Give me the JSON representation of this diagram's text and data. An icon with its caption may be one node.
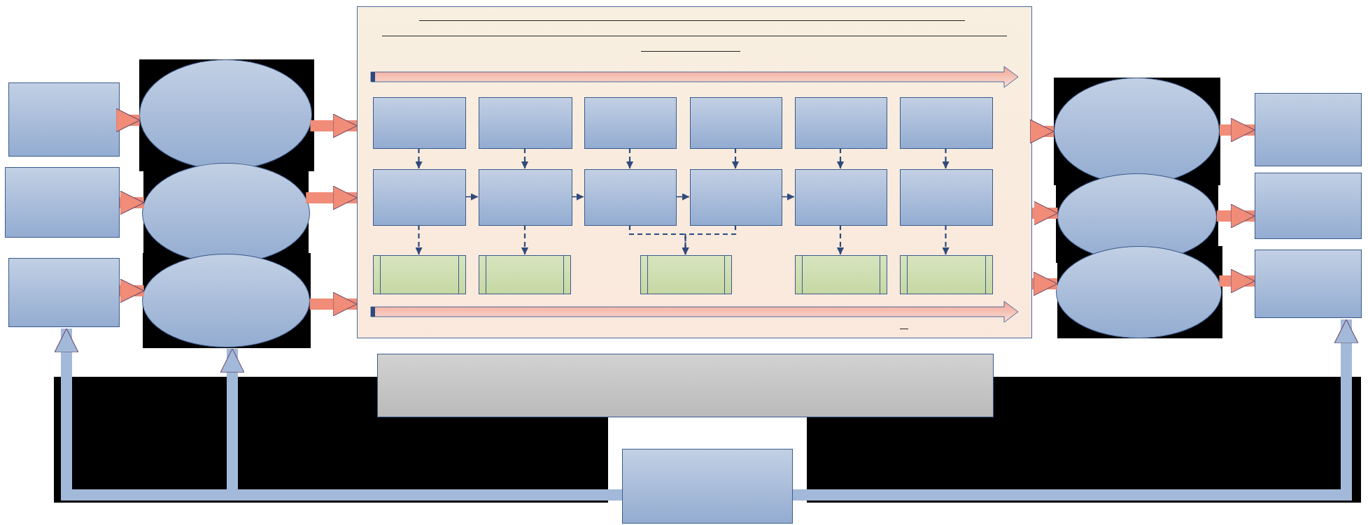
{
  "diagram": {
    "nodes": [
      {
        "text": [],
        "shape": "box"
      },
      {
        "text": [],
        "shape": "box"
      },
      {
        "text": [],
        "shape": "box"
      },
      {
        "text": [],
        "shape": "ellipse"
      },
      {
        "text": [],
        "shape": "ellipse"
      },
      {
        "text": [],
        "shape": "ellipse"
      },
      {
        "text": [],
        "shape": "panel"
      },
      {
        "text": [],
        "shape": "box",
        "in": 6
      },
      {
        "text": [],
        "shape": "box",
        "in": 6
      },
      {
        "text": [],
        "shape": "box",
        "in": 6
      },
      {
        "text": [],
        "shape": "box",
        "in": 6
      },
      {
        "text": [],
        "shape": "box",
        "in": 6
      },
      {
        "text": [],
        "shape": "box",
        "in": 6
      },
      {
        "text": [],
        "shape": "box",
        "in": 6
      },
      {
        "text": [],
        "shape": "box",
        "in": 6
      },
      {
        "text": [],
        "shape": "box",
        "in": 6
      },
      {
        "text": [],
        "shape": "box",
        "in": 6
      },
      {
        "text": [],
        "shape": "box",
        "in": 6
      },
      {
        "text": [],
        "shape": "box",
        "in": 6
      },
      {
        "text": [],
        "shape": "bar",
        "in": 6
      },
      {
        "text": [],
        "shape": "bar",
        "in": 6
      },
      {
        "text": [],
        "shape": "bar",
        "in": 6
      },
      {
        "text": [],
        "shape": "bar",
        "in": 6
      },
      {
        "text": [],
        "shape": "bar",
        "in": 6
      },
      {
        "text": [],
        "shape": "ellipse"
      },
      {
        "text": [],
        "shape": "ellipse"
      },
      {
        "text": [],
        "shape": "ellipse"
      },
      {
        "text": [],
        "shape": "box"
      },
      {
        "text": [],
        "shape": "box"
      },
      {
        "text": [],
        "shape": "box"
      },
      {
        "text": [],
        "shape": "band"
      },
      {
        "text": [],
        "shape": "box"
      }
    ],
    "edges": [
      {
        "from": 0,
        "to": 3,
        "arrow": "to",
        "style": "thick",
        "color": "#f08c78"
      },
      {
        "from": 1,
        "to": 4,
        "arrow": "to",
        "style": "thick",
        "color": "#f08c78"
      },
      {
        "from": 2,
        "to": 5,
        "arrow": "to",
        "style": "thick",
        "color": "#f08c78"
      },
      {
        "from": 3,
        "to": 6,
        "arrow": "to",
        "style": "thick",
        "color": "#f08c78"
      },
      {
        "from": 4,
        "to": 6,
        "arrow": "to",
        "style": "thick",
        "color": "#f08c78"
      },
      {
        "from": 5,
        "to": 6,
        "arrow": "to",
        "style": "thick",
        "color": "#f08c78"
      },
      {
        "from": 6,
        "to": 24,
        "arrow": "to",
        "style": "thick",
        "color": "#f08c78"
      },
      {
        "from": 6,
        "to": 25,
        "arrow": "to",
        "style": "thick",
        "color": "#f08c78"
      },
      {
        "from": 6,
        "to": 26,
        "arrow": "to",
        "style": "thick",
        "color": "#f08c78"
      },
      {
        "from": 24,
        "to": 27,
        "arrow": "to",
        "style": "thick",
        "color": "#f08c78"
      },
      {
        "from": 25,
        "to": 28,
        "arrow": "to",
        "style": "thick",
        "color": "#f08c78"
      },
      {
        "from": 26,
        "to": 29,
        "arrow": "to",
        "style": "thick",
        "color": "#f08c78"
      },
      {
        "from": 7,
        "to": 13,
        "arrow": "to",
        "style": "dashed"
      },
      {
        "from": 8,
        "to": 14,
        "arrow": "to",
        "style": "dashed"
      },
      {
        "from": 9,
        "to": 15,
        "arrow": "to",
        "style": "dashed"
      },
      {
        "from": 10,
        "to": 16,
        "arrow": "to",
        "style": "dashed"
      },
      {
        "from": 11,
        "to": 17,
        "arrow": "to",
        "style": "dashed"
      },
      {
        "from": 12,
        "to": 18,
        "arrow": "to",
        "style": "dashed"
      },
      {
        "from": 13,
        "to": 14,
        "arrow": "to"
      },
      {
        "from": 14,
        "to": 15,
        "arrow": "to"
      },
      {
        "from": 15,
        "to": 16,
        "arrow": "to"
      },
      {
        "from": 16,
        "to": 17,
        "arrow": "to"
      },
      {
        "from": 13,
        "to": 19,
        "arrow": "to",
        "style": "dashed"
      },
      {
        "from": 14,
        "to": 20,
        "arrow": "to",
        "style": "dashed"
      },
      {
        "from": 15,
        "to": 21,
        "arrow": "to",
        "style": "dashed"
      },
      {
        "from": 16,
        "to": 21,
        "arrow": "to",
        "style": "dashed"
      },
      {
        "from": 17,
        "to": 22,
        "arrow": "to",
        "style": "dashed"
      },
      {
        "from": 18,
        "to": 23,
        "arrow": "to",
        "style": "dashed"
      },
      {
        "from": 31,
        "to": 2,
        "arrow": "to",
        "style": "thick",
        "color": "#a3b9d9"
      },
      {
        "from": 31,
        "to": 5,
        "arrow": "to",
        "style": "thick",
        "color": "#a3b9d9"
      },
      {
        "from": 31,
        "to": 29,
        "arrow": "to",
        "style": "thick",
        "color": "#a3b9d9"
      }
    ]
  }
}
